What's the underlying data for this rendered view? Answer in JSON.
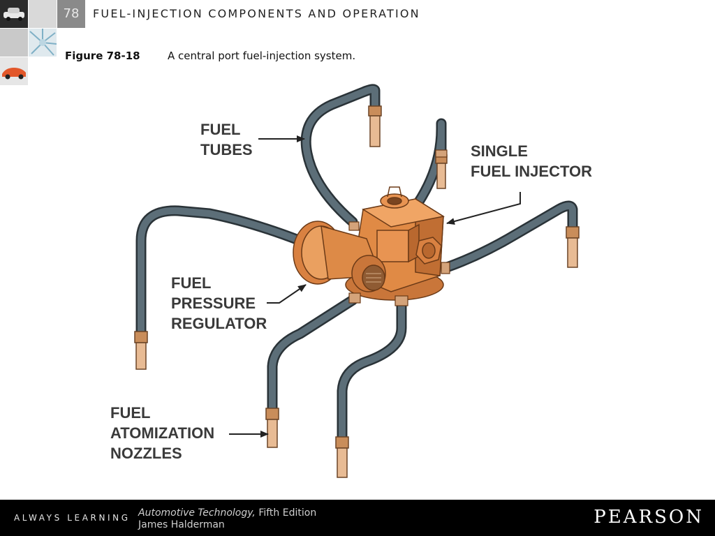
{
  "header": {
    "chapter_number": "78",
    "chapter_title": "FUEL-INJECTION COMPONENTS AND OPERATION",
    "figure_label": "Figure 78-18",
    "figure_caption": "A central port fuel-injection system."
  },
  "diagram": {
    "labels": {
      "fuel_tubes": [
        "FUEL",
        "TUBES"
      ],
      "single_fuel_injector": [
        "SINGLE",
        "FUEL INJECTOR"
      ],
      "fuel_pressure_regulator": [
        "FUEL",
        "PRESSURE",
        "REGULATOR"
      ],
      "fuel_atomization_nozzles": [
        "FUEL",
        "ATOMIZATION",
        "NOZZLES"
      ]
    },
    "colors": {
      "tube": "#5c6e78",
      "tube_outline": "#2a3338",
      "body": "#d9843f",
      "body_dark": "#a85a24",
      "nozzle": "#e2b086",
      "label": "#3a3a3a"
    }
  },
  "footer": {
    "tagline": "ALWAYS LEARNING",
    "book_title": "Automotive Technology,",
    "edition": "Fifth Edition",
    "author": "James Halderman",
    "publisher": "PEARSON"
  }
}
